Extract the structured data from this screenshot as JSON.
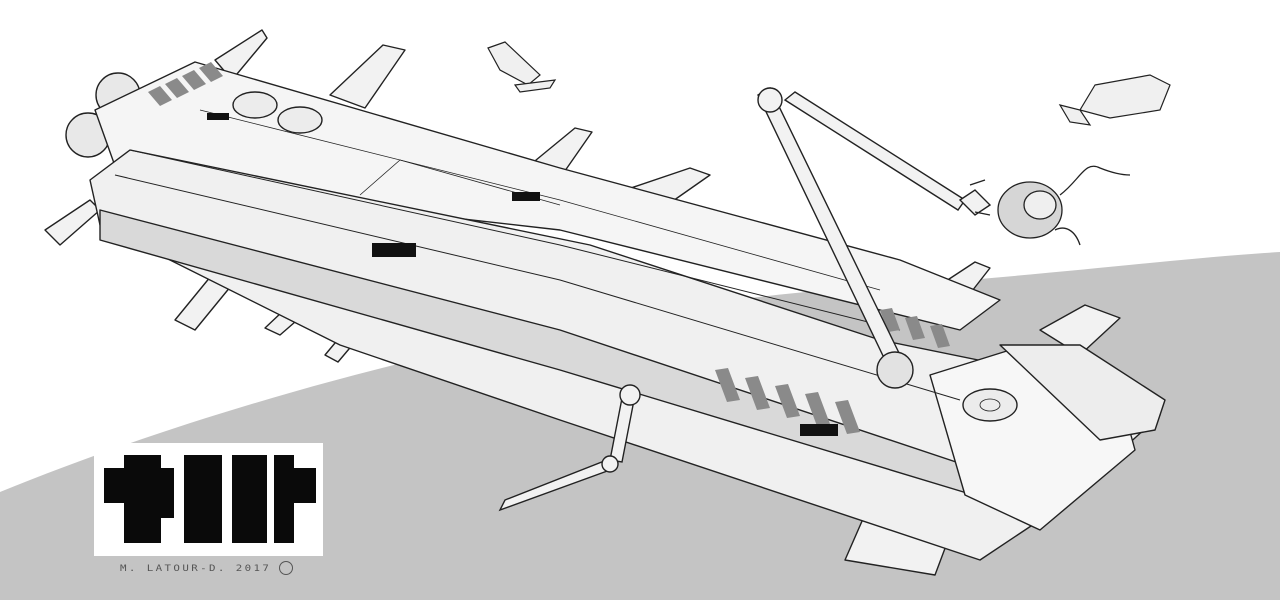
{
  "artwork": {
    "subject": "spaceship-concept-sketch",
    "palette": {
      "background": "#ffffff",
      "ground_shadow": "#c4c4c4",
      "hull": "#f4f4f4",
      "hull_shade": "#d9d9d9",
      "line": "#222222",
      "stripe": "#8a8a8a",
      "logo": "#0a0a0a"
    }
  },
  "logo": {
    "text": "TIIT"
  },
  "signature": {
    "text": "M. LATOUR-D. 2017",
    "icon": "smiley-icon"
  }
}
